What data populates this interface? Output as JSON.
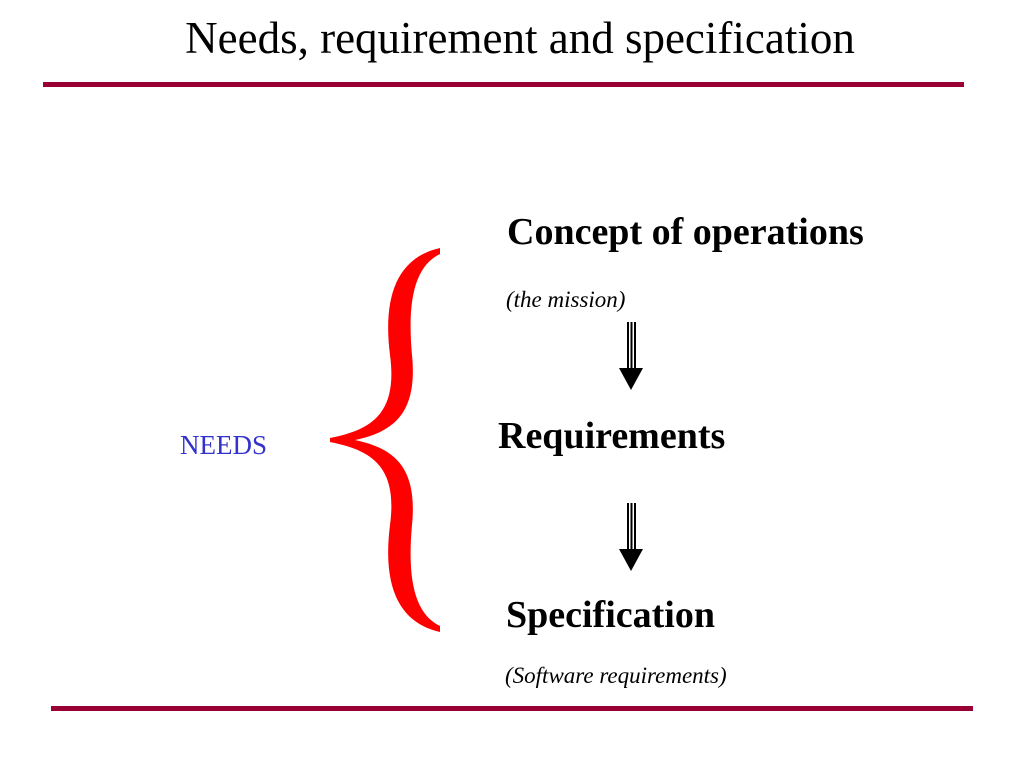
{
  "title": "Needs, requirement and specification",
  "colors": {
    "rule": "#990033",
    "brace": "#ff0000",
    "needs": "#3333cc",
    "text": "#000000"
  },
  "needs_label": "NEEDS",
  "steps": [
    {
      "title": "Concept of operations",
      "note": "(the mission)"
    },
    {
      "title": "Requirements",
      "note": ""
    },
    {
      "title": "Specification",
      "note": "(Software requirements)"
    }
  ]
}
